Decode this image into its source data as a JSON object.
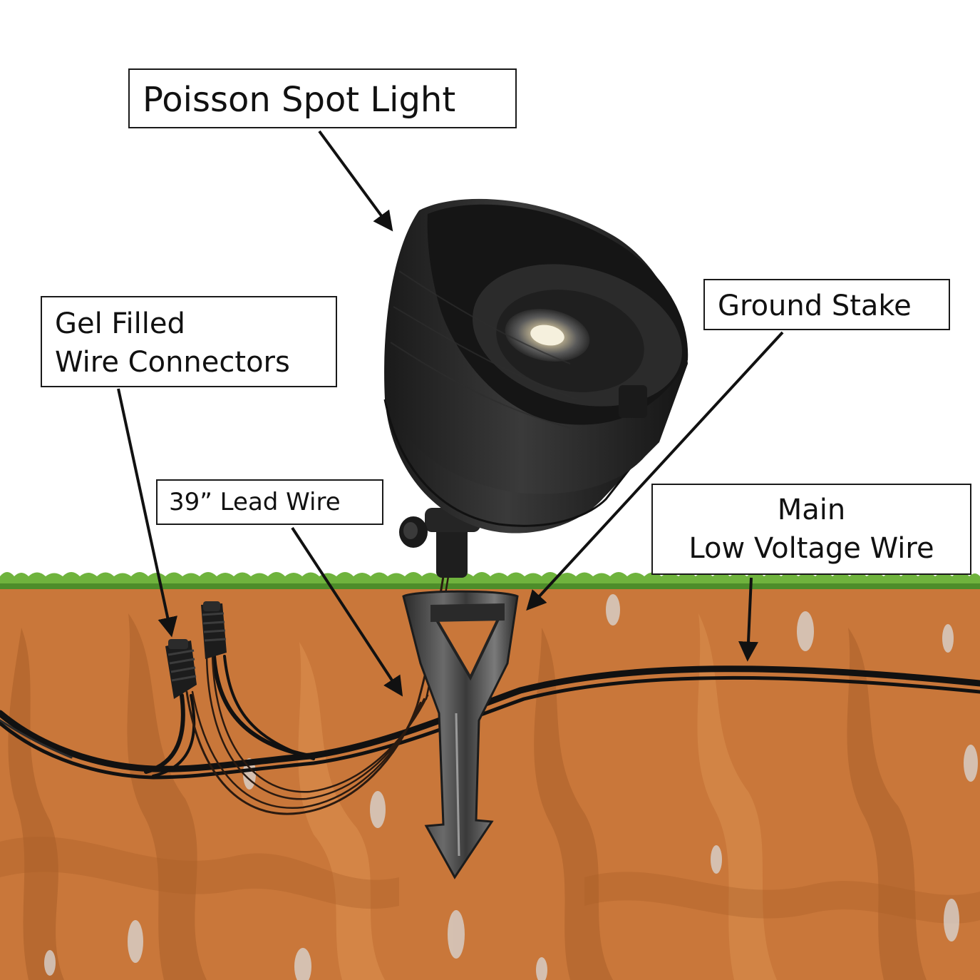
{
  "labels": {
    "spot_light": "Poisson Spot Light",
    "gel_line1": "Gel Filled",
    "gel_line2": "Wire Connectors",
    "lead_wire": "39” Lead Wire",
    "ground_stake": "Ground Stake",
    "main_line1": "Main",
    "main_line2": "Low Voltage Wire"
  },
  "colors": {
    "soil": "#c9773a",
    "soil_dark": "#a85e28",
    "soil_light": "#dc9250",
    "grass": "#6fb33d",
    "grass_dark": "#3f7d22",
    "fixture": "#222222",
    "wire": "#111111",
    "stone": "#d8d8d8"
  },
  "icons": [
    "arrow",
    "spot-light-fixture",
    "ground-stake",
    "wire-connector",
    "grass",
    "soil",
    "stone"
  ]
}
